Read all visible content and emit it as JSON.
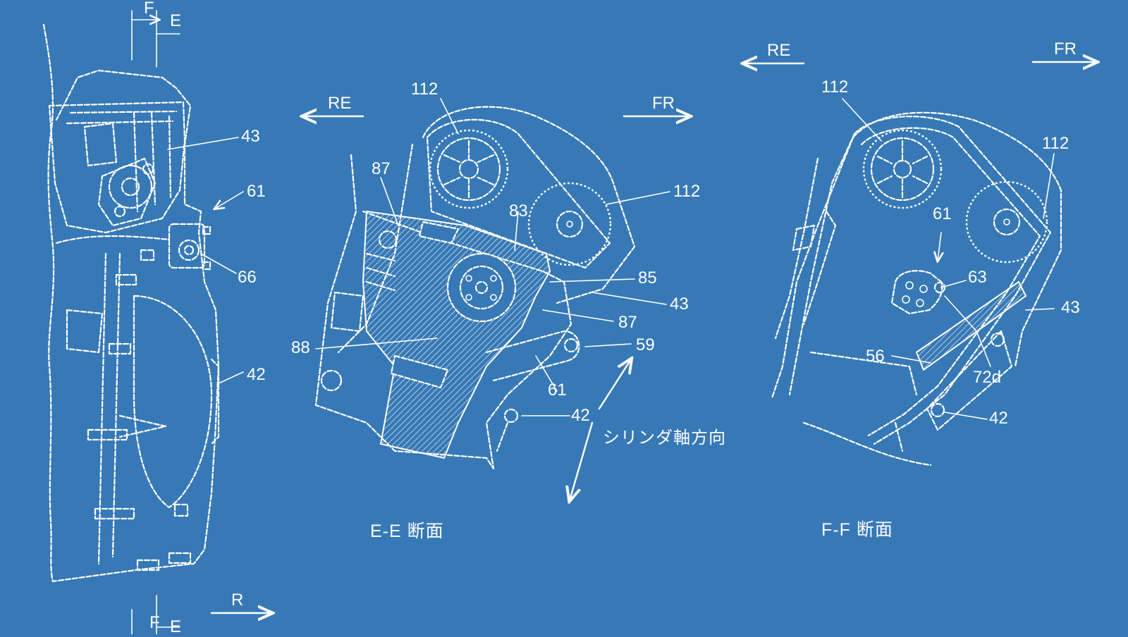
{
  "colors": {
    "background": "#3779b6",
    "line": "#ffffff"
  },
  "left_view": {
    "section_letters": [
      "F",
      "E",
      "F",
      "E"
    ],
    "direction": "R",
    "labels": [
      "43",
      "61",
      "66",
      "42"
    ]
  },
  "ee_section": {
    "caption": "E-E 断面",
    "direction_left": "RE",
    "direction_right": "FR",
    "axis_text": "シリンダ軸方向",
    "labels": [
      "112",
      "87",
      "83",
      "112",
      "85",
      "43",
      "87",
      "59",
      "88",
      "61",
      "42"
    ]
  },
  "ff_section": {
    "caption": "F-F 断面",
    "direction_left": "RE",
    "direction_right": "FR",
    "labels": [
      "112",
      "112",
      "61",
      "63",
      "43",
      "56",
      "72d",
      "42"
    ]
  }
}
